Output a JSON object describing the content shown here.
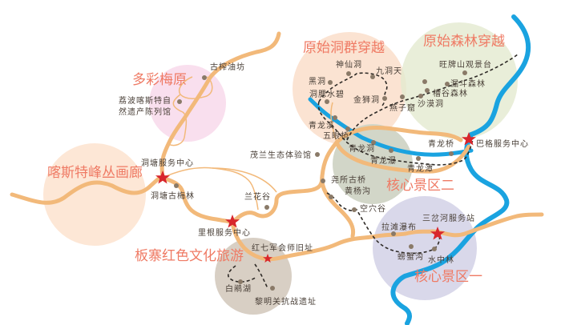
{
  "colors": {
    "road": "#f2b97a",
    "river": "#1aa3e0",
    "poi": "#8a7a68",
    "star": "#d8262c",
    "zone_text": "#ef7a64",
    "label_text": "#4a4038",
    "trail": "#2e2a26"
  },
  "zones": [
    {
      "id": "duocai",
      "label": "多彩梅原",
      "fill": "#f9dfee"
    },
    {
      "id": "kasite",
      "label": "喀斯特峰丛画廊",
      "fill": "#fde7d6"
    },
    {
      "id": "dongqun",
      "label": "原始洞群穿越",
      "fill": "#fbe3d2"
    },
    {
      "id": "senlin",
      "label": "原始森林穿越",
      "fill": "#e9eedb"
    },
    {
      "id": "hexin2",
      "label": "核心景区二",
      "fill": "#d2d6c8"
    },
    {
      "id": "hexin1",
      "label": "核心景区一",
      "fill": "#d9d8ea"
    },
    {
      "id": "banzhai",
      "label": "板寨红色文化旅游",
      "fill": "#d8cfc4"
    }
  ],
  "service_centers": [
    {
      "label": "洞塘服务中心"
    },
    {
      "label": "里根服务中心"
    },
    {
      "label": "巴格服务中心"
    },
    {
      "label": "三岔河服务站"
    },
    {
      "label": "红七军会师旧址"
    }
  ],
  "pois": [
    {
      "label": "古榨油坊"
    },
    {
      "label": "荔波喀斯特自\n然遗产陈列馆"
    },
    {
      "label": "洞塘古梅林"
    },
    {
      "label": "兰花谷"
    },
    {
      "label": "茂兰生态体验馆"
    },
    {
      "label": "神仙洞"
    },
    {
      "label": "九洞天"
    },
    {
      "label": "黑洞"
    },
    {
      "label": "洞腮水碧"
    },
    {
      "label": "金狮洞"
    },
    {
      "label": "燕子窟"
    },
    {
      "label": "沙漠洞"
    },
    {
      "label": "青龙溪"
    },
    {
      "label": "五眼桥"
    },
    {
      "label": "旺牌山观景台"
    },
    {
      "label": "漏斗森林"
    },
    {
      "label": "槽谷森林"
    },
    {
      "label": "青龙洞"
    },
    {
      "label": "青龙瀑"
    },
    {
      "label": "青龙潭"
    },
    {
      "label": "青龙桥"
    },
    {
      "label": "尧所古桥"
    },
    {
      "label": "黄杨沟"
    },
    {
      "label": "空穴谷"
    },
    {
      "label": "拉滩瀑布"
    },
    {
      "label": "螃蟹沟"
    },
    {
      "label": "水中林"
    },
    {
      "label": "白鹇湖"
    },
    {
      "label": "黎明关抗战遗址"
    }
  ]
}
